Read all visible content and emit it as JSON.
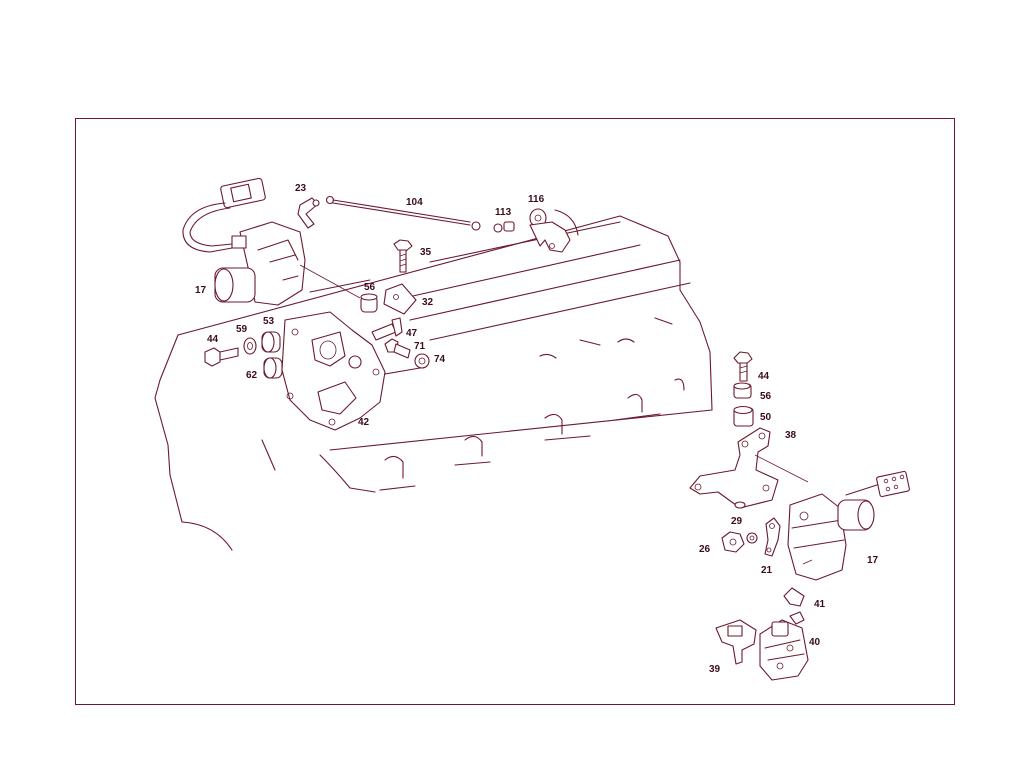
{
  "colors": {
    "line": "#6b1a2e",
    "label": "#3a0d18",
    "background": "#ffffff"
  },
  "labels": {
    "l17a": "17",
    "l23": "23",
    "l104": "104",
    "l113": "113",
    "l116": "116",
    "l35": "35",
    "l56a": "56",
    "l32": "32",
    "l47": "47",
    "l71": "71",
    "l74": "74",
    "l44a": "44",
    "l59": "59",
    "l53": "53",
    "l62": "62",
    "l42": "42",
    "l44b": "44",
    "l56b": "56",
    "l50": "50",
    "l38": "38",
    "l29": "29",
    "l26": "26",
    "l21": "21",
    "l17b": "17",
    "l41": "41",
    "l40": "40",
    "l39": "39"
  }
}
